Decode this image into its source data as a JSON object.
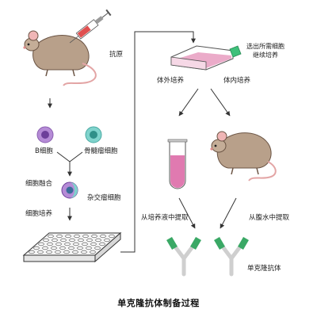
{
  "title": "单克隆抗体制备过程",
  "labels": {
    "antigen": "抗原",
    "b_cell": "B细胞",
    "myeloma_cell": "骨髓瘤细胞",
    "cell_fusion": "细胞融合",
    "hybridoma_cell": "杂交瘤细胞",
    "cell_culture": "细胞培养",
    "select_line1": "选出所需细胞",
    "select_line2": "继续培养",
    "in_vitro_culture": "体外培养",
    "in_vivo_culture": "体内培养",
    "extract_from_medium": "从培养液中提取",
    "extract_from_ascites": "从腹水中提取",
    "monoclonal_antibody": "单克隆抗体"
  },
  "colors": {
    "b_cell": "#b58bd6",
    "b_cell_nucleus": "#6d3f9a",
    "myeloma_cell": "#7fd3cc",
    "myeloma_nucleus": "#2f8f88",
    "mouse_body": "#b8a08a",
    "mouse_ear": "#f0b6b6",
    "syringe_body": "#e05050",
    "flask_liquid": "#e89cc0",
    "flask_cap": "#3ec07a",
    "tube_liquid": "#e07ab0",
    "antibody_tip": "#3aa865",
    "antibody_stem": "#d9d9d9",
    "plate": "#f2f2f2",
    "lines": "#333333"
  },
  "icons": [
    "mouse-icon",
    "syringe-icon",
    "b-cell-icon",
    "myeloma-cell-icon",
    "hybridoma-cell-icon",
    "culture-plate-icon",
    "culture-flask-icon",
    "test-tube-icon",
    "antibody-icon"
  ]
}
